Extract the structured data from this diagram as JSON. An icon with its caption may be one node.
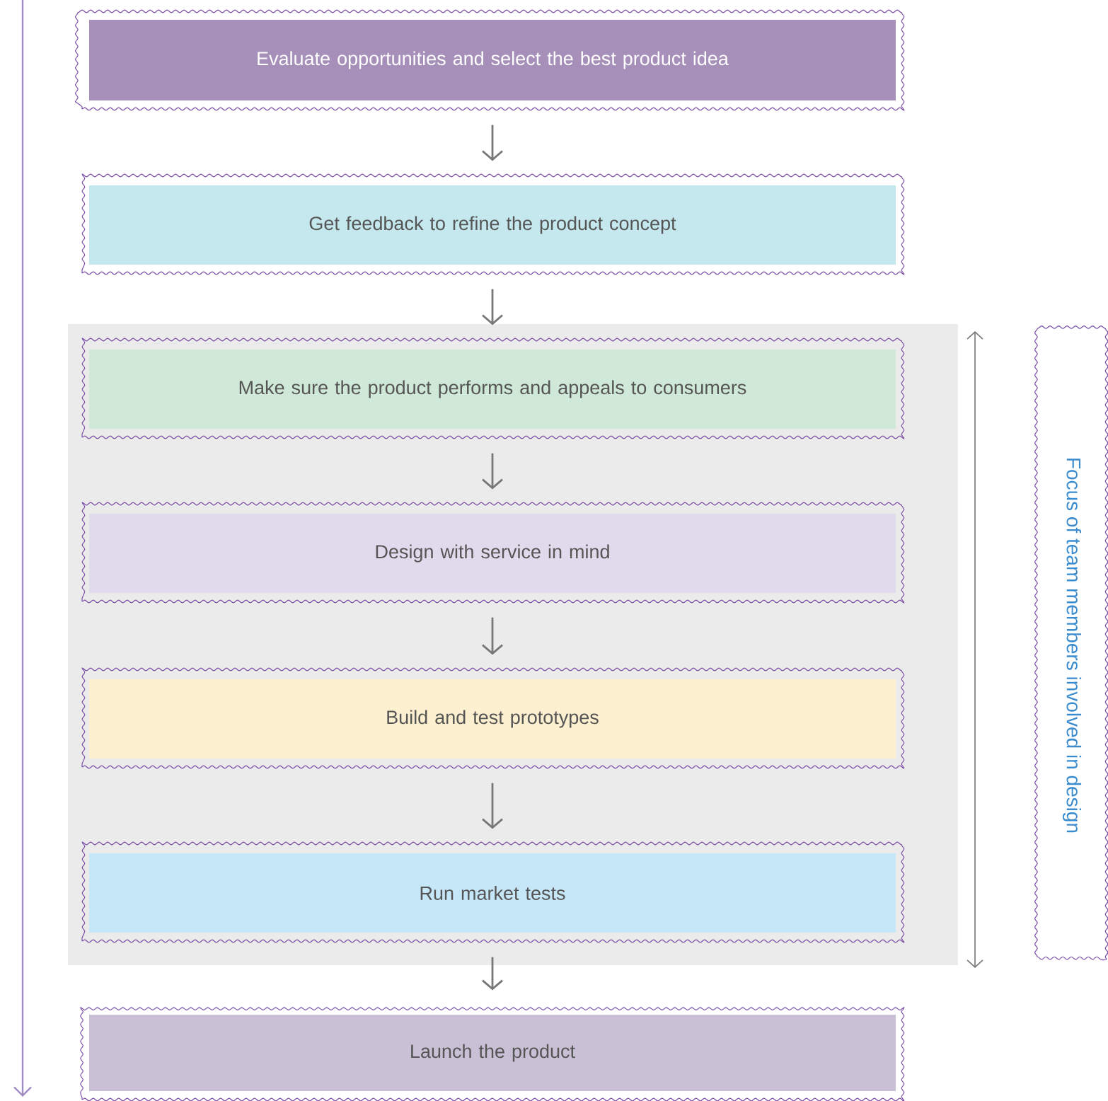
{
  "diagram": {
    "nodes": [
      {
        "text": [
          "Evaluate opportunities and select the best product idea"
        ]
      },
      {
        "text": [
          "Get feedback to refine the product concept"
        ]
      },
      {
        "text": [],
        "shape": "box"
      },
      {
        "text": [
          "Make sure the product performs and appeals to consumers"
        ],
        "in": 2
      },
      {
        "text": [
          "Design with service in mind"
        ],
        "in": 2
      },
      {
        "text": [
          "Build and test prototypes"
        ],
        "in": 2
      },
      {
        "text": [
          "Run market tests"
        ],
        "in": 2
      },
      {
        "text": [
          "Launch the product"
        ]
      },
      {
        "text": [
          "Focus of team members involved in design"
        ]
      }
    ],
    "edges": [
      {
        "from": 0,
        "to": 1,
        "arrow": "to"
      },
      {
        "from": 1,
        "to": 3,
        "arrow": "to"
      },
      {
        "from": 3,
        "to": 4,
        "arrow": "to"
      },
      {
        "from": 4,
        "to": 5,
        "arrow": "to"
      },
      {
        "from": 5,
        "to": 6,
        "arrow": "to"
      },
      {
        "from": 6,
        "to": 7,
        "arrow": "to"
      }
    ]
  }
}
